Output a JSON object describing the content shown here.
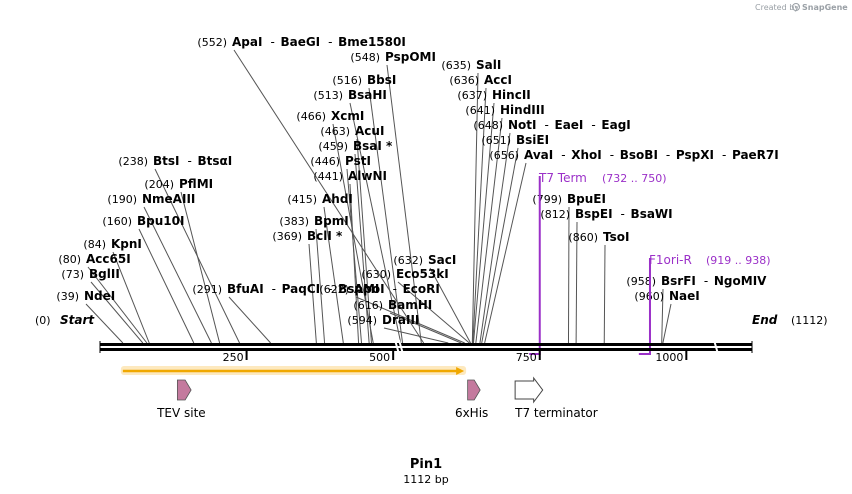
{
  "credit": {
    "prefix": "Created by",
    "brand": "SnapGene"
  },
  "plasmid": {
    "name": "Pin1",
    "length_label": "1112 bp",
    "length": 1112
  },
  "ends": {
    "start_pos": "(0)",
    "start_label": "Start",
    "end_label": "End",
    "end_pos": "(1112)"
  },
  "ticks": [
    {
      "bp": 250,
      "label": "250"
    },
    {
      "bp": 500,
      "label": "500"
    },
    {
      "bp": 750,
      "label": "750"
    },
    {
      "bp": 1000,
      "label": "1000"
    }
  ],
  "sites": [
    {
      "pos": "(39)",
      "bp": 39,
      "names": [
        "NdeI"
      ]
    },
    {
      "pos": "(73)",
      "bp": 73,
      "names": [
        "BglII"
      ]
    },
    {
      "pos": "(80)",
      "bp": 80,
      "names": [
        "Acc65I"
      ]
    },
    {
      "pos": "(84)",
      "bp": 84,
      "names": [
        "KpnI"
      ]
    },
    {
      "pos": "(160)",
      "bp": 160,
      "names": [
        "Bpu10I"
      ]
    },
    {
      "pos": "(190)",
      "bp": 190,
      "names": [
        "NmeAIII"
      ]
    },
    {
      "pos": "(204)",
      "bp": 204,
      "names": [
        "PflMI"
      ]
    },
    {
      "pos": "(238)",
      "bp": 238,
      "names": [
        "BtsI",
        "BtsαI"
      ]
    },
    {
      "pos": "(291)",
      "bp": 291,
      "names": [
        "BfuAI",
        "PaqCI",
        "BspMI"
      ]
    },
    {
      "pos": "(369)",
      "bp": 369,
      "names": [
        "BclI *"
      ]
    },
    {
      "pos": "(383)",
      "bp": 383,
      "names": [
        "BpmI"
      ]
    },
    {
      "pos": "(415)",
      "bp": 415,
      "names": [
        "AhdI"
      ]
    },
    {
      "pos": "(441)",
      "bp": 441,
      "names": [
        "AlwNI"
      ]
    },
    {
      "pos": "(446)",
      "bp": 446,
      "names": [
        "PstI"
      ]
    },
    {
      "pos": "(459)",
      "bp": 459,
      "names": [
        "BsaI *"
      ]
    },
    {
      "pos": "(463)",
      "bp": 463,
      "names": [
        "AcuI"
      ]
    },
    {
      "pos": "(466)",
      "bp": 466,
      "names": [
        "XcmI"
      ]
    },
    {
      "pos": "(513)",
      "bp": 513,
      "names": [
        "BsaHI"
      ]
    },
    {
      "pos": "(516)",
      "bp": 516,
      "names": [
        "BbsI"
      ]
    },
    {
      "pos": "(548)",
      "bp": 548,
      "names": [
        "PspOMI"
      ]
    },
    {
      "pos": "(552)",
      "bp": 552,
      "names": [
        "ApaI",
        "BaeGI",
        "Bme1580I"
      ]
    },
    {
      "pos": "(594)",
      "bp": 594,
      "names": [
        "DraIII"
      ]
    },
    {
      "pos": "(616)",
      "bp": 616,
      "names": [
        "BamHI"
      ]
    },
    {
      "pos": "(622)",
      "bp": 622,
      "names": [
        "ApoI",
        "EcoRI"
      ]
    },
    {
      "pos": "(630)",
      "bp": 630,
      "names": [
        "Eco53kI"
      ]
    },
    {
      "pos": "(632)",
      "bp": 632,
      "names": [
        "SacI"
      ]
    },
    {
      "pos": "(635)",
      "bp": 635,
      "names": [
        "SalI"
      ]
    },
    {
      "pos": "(636)",
      "bp": 636,
      "names": [
        "AccI"
      ]
    },
    {
      "pos": "(637)",
      "bp": 637,
      "names": [
        "HincII"
      ]
    },
    {
      "pos": "(641)",
      "bp": 641,
      "names": [
        "HindIII"
      ]
    },
    {
      "pos": "(648)",
      "bp": 648,
      "names": [
        "NotI",
        "EaeI",
        "EagI"
      ]
    },
    {
      "pos": "(651)",
      "bp": 651,
      "names": [
        "BsiEI"
      ]
    },
    {
      "pos": "(656)",
      "bp": 656,
      "names": [
        "AvaI",
        "XhoI",
        "BsoBI",
        "PspXI",
        "PaeR7I"
      ]
    },
    {
      "pos": "(799)",
      "bp": 799,
      "names": [
        "BpuEI"
      ]
    },
    {
      "pos": "(812)",
      "bp": 812,
      "names": [
        "BspEI",
        "BsaWI"
      ]
    },
    {
      "pos": "(860)",
      "bp": 860,
      "names": [
        "TsoI"
      ]
    },
    {
      "pos": "(958)",
      "bp": 958,
      "names": [
        "BsrFI",
        "NgoMIV"
      ]
    },
    {
      "pos": "(960)",
      "bp": 960,
      "names": [
        "NaeI"
      ]
    }
  ],
  "primers": [
    {
      "name": "T7 Term",
      "range": "(732 .. 750)",
      "start": 732,
      "end": 750,
      "direction": "reverse"
    },
    {
      "name": "F1ori-R",
      "range": "(919 .. 938)",
      "start": 919,
      "end": 938,
      "direction": "reverse"
    }
  ],
  "features": [
    {
      "name": "",
      "type": "orf",
      "start": 39,
      "end": 621,
      "color": "#f0a800"
    },
    {
      "name": "TEV site",
      "type": "site",
      "start": 132,
      "end": 152,
      "color": "#c47a9e"
    },
    {
      "name": "6xHis",
      "type": "tag",
      "start": 627,
      "end": 645,
      "color": "#c47a9e"
    },
    {
      "name": "T7 terminator",
      "type": "terminator",
      "start": 708,
      "end": 755,
      "color": "#ffffff"
    }
  ]
}
